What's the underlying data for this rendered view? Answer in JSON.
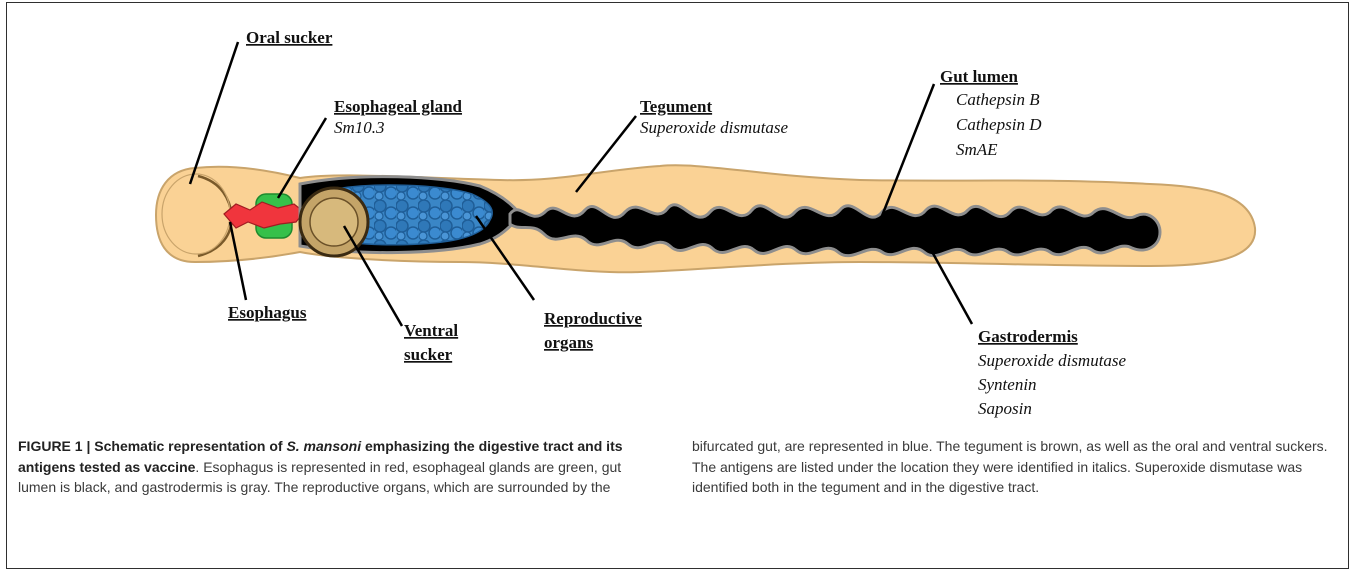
{
  "labels": {
    "oral_sucker": "Oral sucker",
    "esophageal_gland": "Esophageal gland",
    "esophageal_gland_antigen": "Sm10.3",
    "tegument": "Tegument",
    "tegument_antigen": "Superoxide dismutase",
    "gut_lumen": "Gut lumen",
    "gut_lumen_antigens": [
      "Cathepsin B",
      "Cathepsin D",
      "SmAE"
    ],
    "esophagus": "Esophagus",
    "ventral_sucker": [
      "Ventral",
      "sucker"
    ],
    "reproductive_organs": [
      "Reproductive",
      "organs"
    ],
    "gastrodermis": "Gastrodermis",
    "gastrodermis_antigens": [
      "Superoxide dismutase",
      "Syntenin",
      "Saposin"
    ]
  },
  "colors": {
    "tegument": "#fad295",
    "tegument_outline": "#c9a46b",
    "esophagus": "#f0353d",
    "esophageal_gland": "#36c04a",
    "gut_lumen": "#000000",
    "gastrodermis": "#8e8e8e",
    "reproductive": "#2f7dbd",
    "ventral_sucker": "#c4a468"
  },
  "caption": {
    "title_part1": "FIGURE 1 | Schematic representation of ",
    "title_species": "S. mansoni",
    "title_part2": " emphasizing the digestive tract and its antigens tested as vaccine",
    "body_left": ". Esophagus is represented in red, esophageal glands are green, gut lumen is black, and gastrodermis is gray. The reproductive organs, which are surrounded by the",
    "body_right": "bifurcated gut, are represented in blue. The tegument is brown, as well as the oral and ventral suckers. The antigens are listed under the location they were identified in italics. Superoxide dismutase was identified both in the tegument and in the digestive tract."
  }
}
